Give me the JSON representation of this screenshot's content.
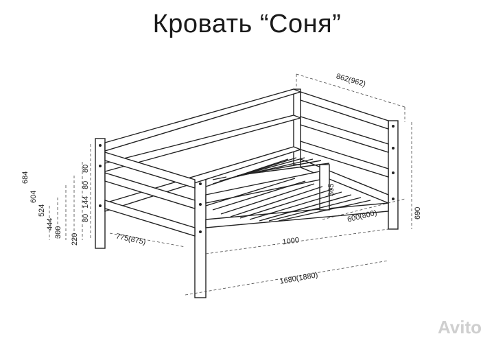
{
  "title": "Кровать “Соня”",
  "dimensions": {
    "width_top": "862(962)",
    "height_right": "690",
    "depth_right": "600(800)",
    "inner_length": "1000",
    "total_length": "1680(1880)",
    "depth_left": "775(875)",
    "guard_height": "305",
    "left_stack": [
      "684",
      "604",
      "524",
      "444",
      "300",
      "220"
    ],
    "left_small": [
      "80",
      "80",
      "144",
      "80"
    ]
  },
  "watermark": "Avito"
}
